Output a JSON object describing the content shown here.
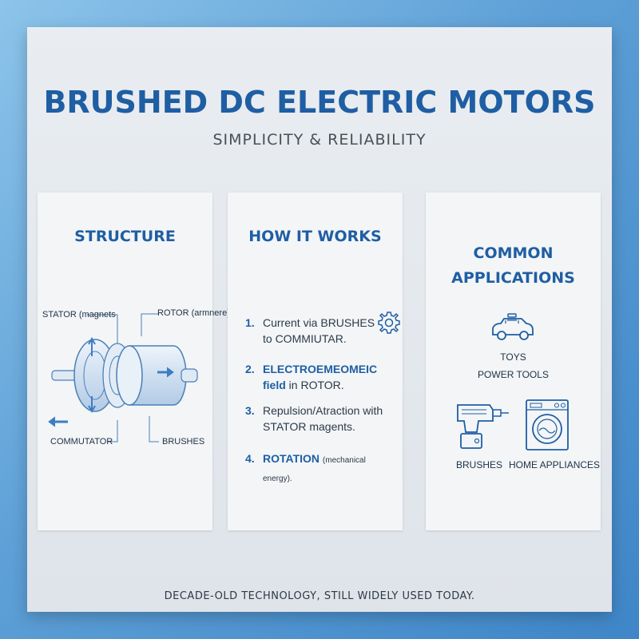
{
  "poster": {
    "title": "BRUSHED DC ELECTRIC MOTORS",
    "subtitle": "SIMPLICITY & RELIABILITY",
    "footer": "DECADE-OLD TECHNOLOGY, STILL WIDELY USED TODAY."
  },
  "structure": {
    "title": "STRUCTURE",
    "labels": {
      "stator": "STATOR (magnets",
      "rotor": "ROTOR (armnere)",
      "commutator": "COMMUTATOR",
      "brushes": "BRUSHES"
    }
  },
  "how_it_works": {
    "title": "HOW IT WORKS",
    "steps": [
      {
        "num": "1.",
        "text": "Current via BRUSHES to COMMIUTAR."
      },
      {
        "num": "2.",
        "emphasis": "ELECTROEMEOMEIC field",
        "rest": "in ROTOR."
      },
      {
        "num": "3.",
        "text": "Repulsion/Atraction with STATOR magents."
      },
      {
        "num": "4.",
        "emphasis": "ROTATION",
        "rest": "(mechanical energy)."
      }
    ]
  },
  "applications": {
    "title_line1": "COMMON",
    "title_line2": "APPLICATIONS",
    "toys": "TOYS",
    "power_tools": "POWER TOOLS",
    "brushes": "BRUSHES",
    "home_appliances": "HOME APPLIANCES"
  },
  "colors": {
    "accent": "#1f5ea3",
    "line": "#4a7fb5",
    "card": "#f3f5f7"
  },
  "icons": [
    "gear-icon",
    "toy-car-icon",
    "power-drill-icon",
    "washing-machine-icon"
  ]
}
